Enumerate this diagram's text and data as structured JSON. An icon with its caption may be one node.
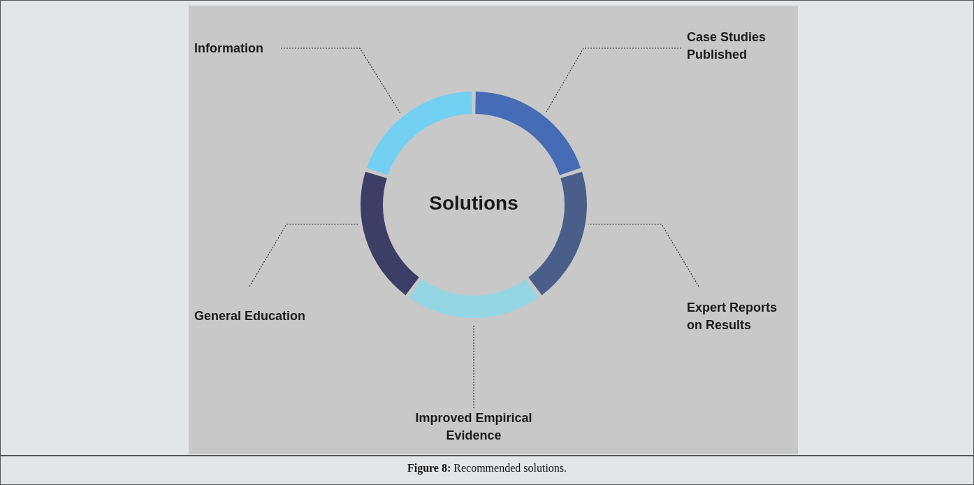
{
  "diagram": {
    "caption": "**Figure 8:** Recommended solutions.",
    "nodes": [
      {
        "text": [
          "Information"
        ]
      },
      {
        "text": [
          "Case Studies Published"
        ]
      },
      {
        "text": [
          "Expert Reports on Results"
        ]
      },
      {
        "text": [
          "Improved Empirical Evidence"
        ]
      },
      {
        "text": [
          "General Education"
        ]
      },
      {
        "text": [],
        "shape": "arc"
      },
      {
        "text": [],
        "shape": "arc"
      },
      {
        "text": [],
        "shape": "arc"
      },
      {
        "text": [],
        "shape": "arc"
      },
      {
        "text": [],
        "shape": "arc"
      }
    ],
    "edges": [
      {
        "from": 0,
        "to": 5,
        "arrow": "none",
        "style": "dashed"
      },
      {
        "from": 1,
        "to": 6,
        "arrow": "none",
        "style": "dashed"
      },
      {
        "from": 2,
        "to": 7,
        "arrow": "none",
        "style": "dashed"
      },
      {
        "from": 3,
        "to": 8,
        "arrow": "none",
        "style": "dashed"
      },
      {
        "from": 4,
        "to": 9,
        "arrow": "none",
        "style": "dashed"
      }
    ],
    "labels": [
      "Solutions"
    ]
  }
}
